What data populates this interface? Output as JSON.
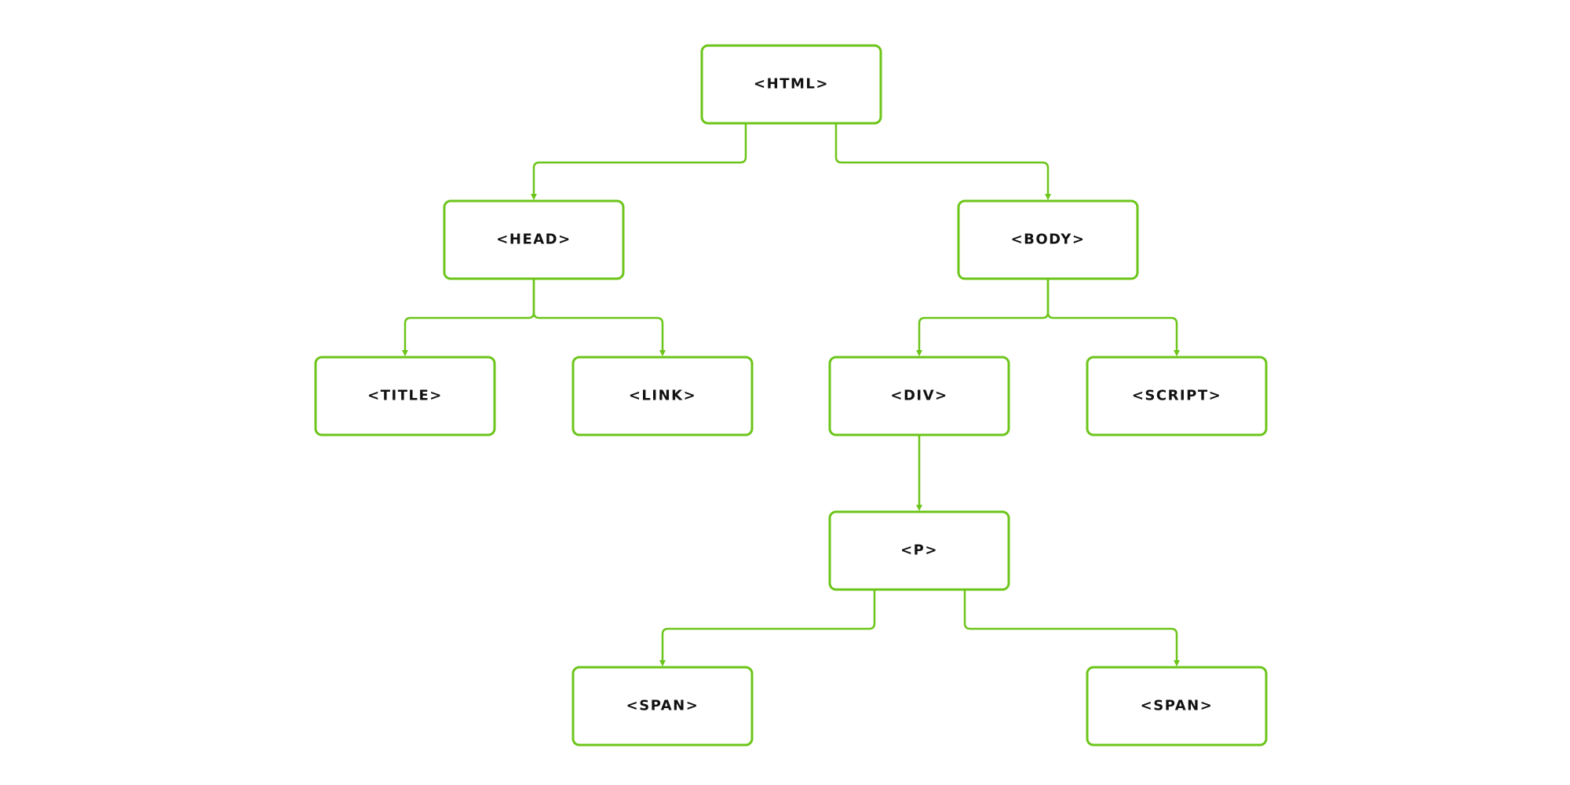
{
  "colors": {
    "accent": "#6cc51a",
    "text": "#111111",
    "background": "#ffffff"
  },
  "nodes": {
    "html": {
      "label": "<HTML>"
    },
    "head": {
      "label": "<HEAD>"
    },
    "body": {
      "label": "<BODY>"
    },
    "title": {
      "label": "<TITLE>"
    },
    "link": {
      "label": "<LINK>"
    },
    "div": {
      "label": "<DIV>"
    },
    "script": {
      "label": "<SCRIPT>"
    },
    "p": {
      "label": "<P>"
    },
    "span_left": {
      "label": "<SPAN>"
    },
    "span_right": {
      "label": "<SPAN>"
    }
  }
}
